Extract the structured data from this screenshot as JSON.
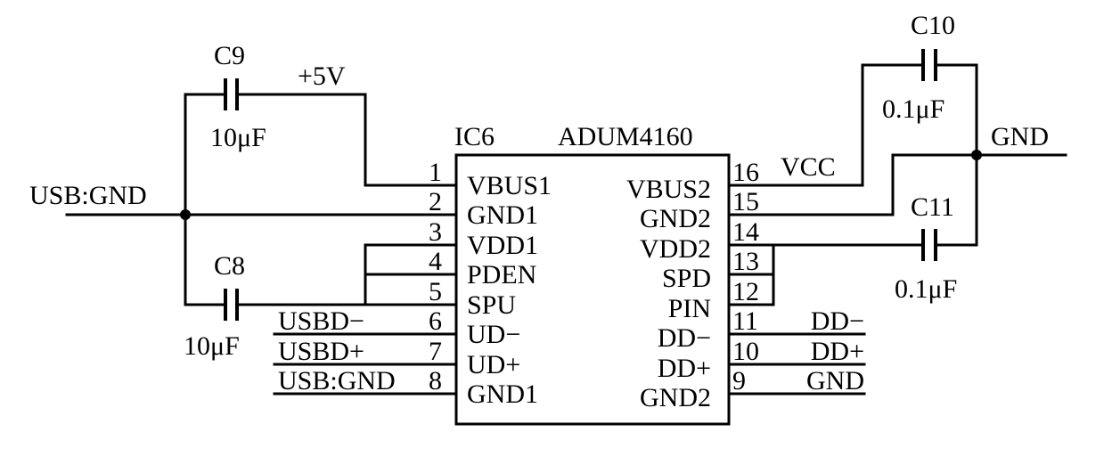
{
  "chip": {
    "ref": "IC6",
    "part": "ADUM4160",
    "left_pins": [
      {
        "num": "1",
        "name": "VBUS1"
      },
      {
        "num": "2",
        "name": "GND1"
      },
      {
        "num": "3",
        "name": "VDD1"
      },
      {
        "num": "4",
        "name": "PDEN"
      },
      {
        "num": "5",
        "name": "SPU"
      },
      {
        "num": "6",
        "name": "UD−"
      },
      {
        "num": "7",
        "name": "UD+"
      },
      {
        "num": "8",
        "name": "GND1"
      }
    ],
    "right_pins": [
      {
        "num": "16",
        "name": "VBUS2"
      },
      {
        "num": "15",
        "name": "GND2"
      },
      {
        "num": "14",
        "name": "VDD2"
      },
      {
        "num": "13",
        "name": "SPD"
      },
      {
        "num": "12",
        "name": "PIN"
      },
      {
        "num": "11",
        "name": "DD−"
      },
      {
        "num": "10",
        "name": "DD+"
      },
      {
        "num": "9",
        "name": "GND2"
      }
    ]
  },
  "capacitors": {
    "c9": {
      "ref": "C9",
      "value": "10μF"
    },
    "c8": {
      "ref": "C8",
      "value": "10μF"
    },
    "c10": {
      "ref": "C10",
      "value": "0.1μF"
    },
    "c11": {
      "ref": "C11",
      "value": "0.1μF"
    }
  },
  "nets": {
    "plus5v": "+5V",
    "usb_gnd_left": "USB:GND",
    "usbd_minus": "USBD−",
    "usbd_plus": "USBD+",
    "usb_gnd_bottom": "USB:GND",
    "vcc": "VCC",
    "gnd_right": "GND",
    "dd_minus": "DD−",
    "dd_plus": "DD+",
    "gnd_bottom": "GND"
  }
}
